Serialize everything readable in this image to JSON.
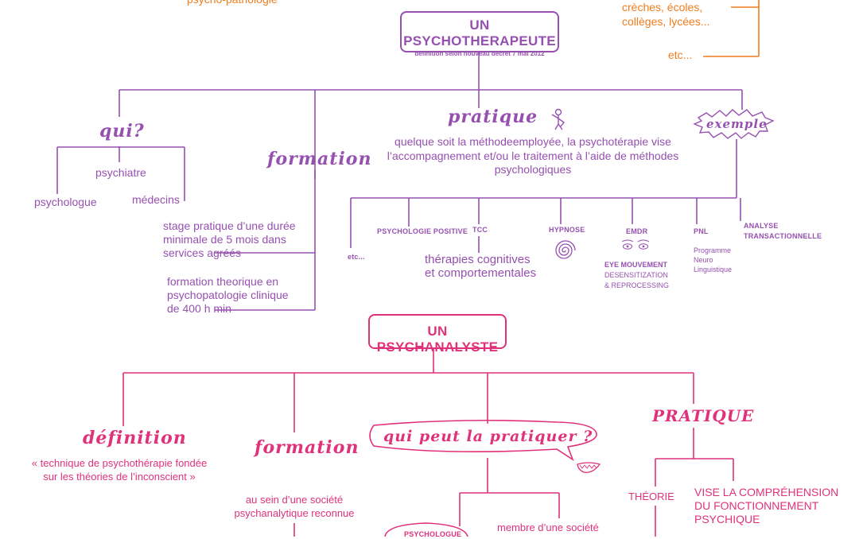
{
  "colors": {
    "purple": "#9650b0",
    "pink": "#e0327a",
    "orange": "#f07d1e"
  },
  "top": {
    "cut_text": "psycho-pathologie",
    "orange_1": "crèches, écoles,",
    "orange_2": "collèges, lycées...",
    "orange_3": "etc..."
  },
  "psychotherapeute": {
    "title": "UN PSYCHOTHERAPEUTE",
    "subtitle": "definition selon nouveau decret 7 mai 2012",
    "qui": {
      "label": "qui?",
      "items": [
        "psychiatre",
        "psychologue",
        "médecins"
      ]
    },
    "formation": {
      "label": "formation",
      "stage": [
        "stage pratique d’une durée",
        "minimale de 5 mois dans",
        "services agréés"
      ],
      "theorique": [
        "formation theorique en",
        "psychopatologie clinique",
        "de 400 h min"
      ]
    },
    "pratique": {
      "label": "pratique",
      "text": [
        "quelque soit la méthodeemployée, la psychotérapie vise",
        "l’accompagnement et/ou le traitement à l’aide de méthodes",
        "psychologiques"
      ]
    },
    "exemple": {
      "label": "exemple",
      "methods": {
        "etc": "etc...",
        "positive": "PSYCHOLOGIE POSITIVE",
        "tcc": "TCC",
        "tcc_desc": [
          "thérapies cognitives",
          "et comportementales"
        ],
        "hypnose": "HYPNOSE",
        "emdr": "EMDR",
        "emdr_desc": [
          "EYE MOUVEMENT",
          "DESENSITIZATION",
          "& REPROCESSING"
        ],
        "pnl": "PNL",
        "pnl_desc": [
          "Programme",
          "Neuro",
          "Linguistique"
        ],
        "analyse": [
          "ANALYSE",
          "TRANSACTIONNELLE"
        ]
      }
    }
  },
  "psychanalyste": {
    "title": "UN PSYCHANALYSTE",
    "definition": {
      "label": "définition",
      "text": [
        "« technique de psychothérapie fondée",
        "sur les théories de l’inconscient »"
      ]
    },
    "formation": {
      "label": "formation",
      "text": [
        "au sein d’une société",
        "psychanalytique reconnue"
      ]
    },
    "qui_peut": {
      "label": "qui peut la pratiquer ?",
      "psychologue_cut": "PSYCHOLOGUE",
      "membre": "membre d’une société"
    },
    "pratique": {
      "label": "PRATIQUE",
      "theorie": "THÉORIE",
      "vise": [
        "VISE LA COMPRÉHENSION",
        "DU FONCTIONNEMENT",
        "PSYCHIQUE"
      ]
    }
  }
}
